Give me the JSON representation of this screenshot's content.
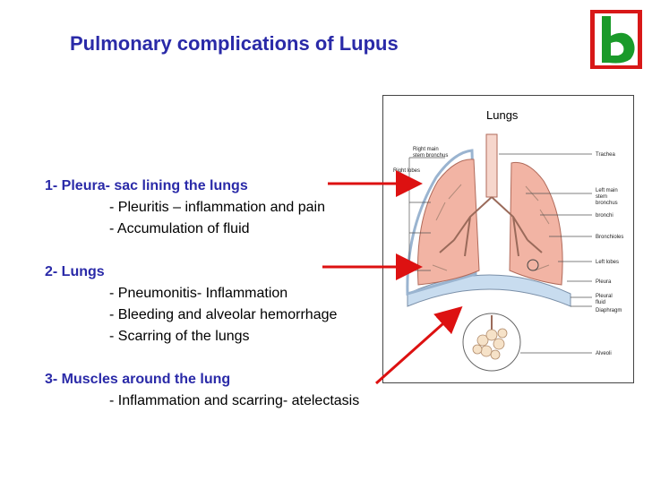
{
  "slide": {
    "title": "Pulmonary complications of Lupus"
  },
  "sections": [
    {
      "heading": "1- Pleura- sac lining the lungs",
      "items": [
        "- Pleuritis – inflammation and pain",
        "- Accumulation of fluid"
      ]
    },
    {
      "heading": "2- Lungs",
      "items": [
        "- Pneumonitis- Inflammation",
        "- Bleeding  and alveolar hemorrhage",
        "- Scarring of the lungs"
      ]
    },
    {
      "heading": "3- Muscles around the lung",
      "items": [
        "- Inflammation and scarring- atelectasis"
      ]
    }
  ],
  "figure": {
    "title": "Lungs",
    "labels_left": [
      "Right main",
      "stem bronchus",
      "Right lobes"
    ],
    "labels_right": [
      "Trachea",
      "Left main",
      "stem",
      "bronchus",
      "bronchi",
      "Bronchioles",
      "Left lobes",
      "Pleura",
      "Pleural",
      "fluid",
      "Diaphragm",
      "Alveoli"
    ]
  },
  "colors": {
    "title": "#2a2aa8",
    "arrow": "#dd1111",
    "logo_green": "#1a9a2a",
    "logo_red": "#d81818",
    "lung": "#f2b4a4"
  }
}
